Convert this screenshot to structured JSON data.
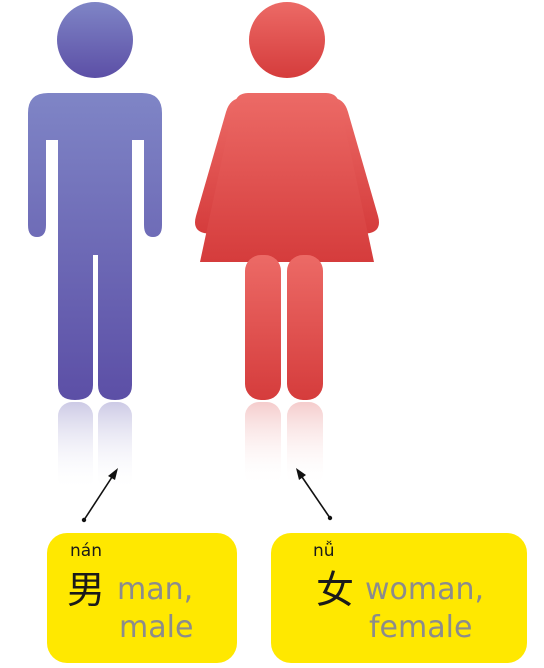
{
  "cards": {
    "man": {
      "pinyin": "nán",
      "hanzi": "男",
      "meaning_line1": "man,",
      "meaning_line2": "male"
    },
    "woman": {
      "pinyin": "nǚ",
      "hanzi": "女",
      "meaning_line1": "woman,",
      "meaning_line2": "female"
    }
  },
  "colors": {
    "man_figure": "#6a64b5",
    "woman_figure": "#e05252",
    "card_background": "#ffe800",
    "meaning_text": "#8c8c8c"
  }
}
